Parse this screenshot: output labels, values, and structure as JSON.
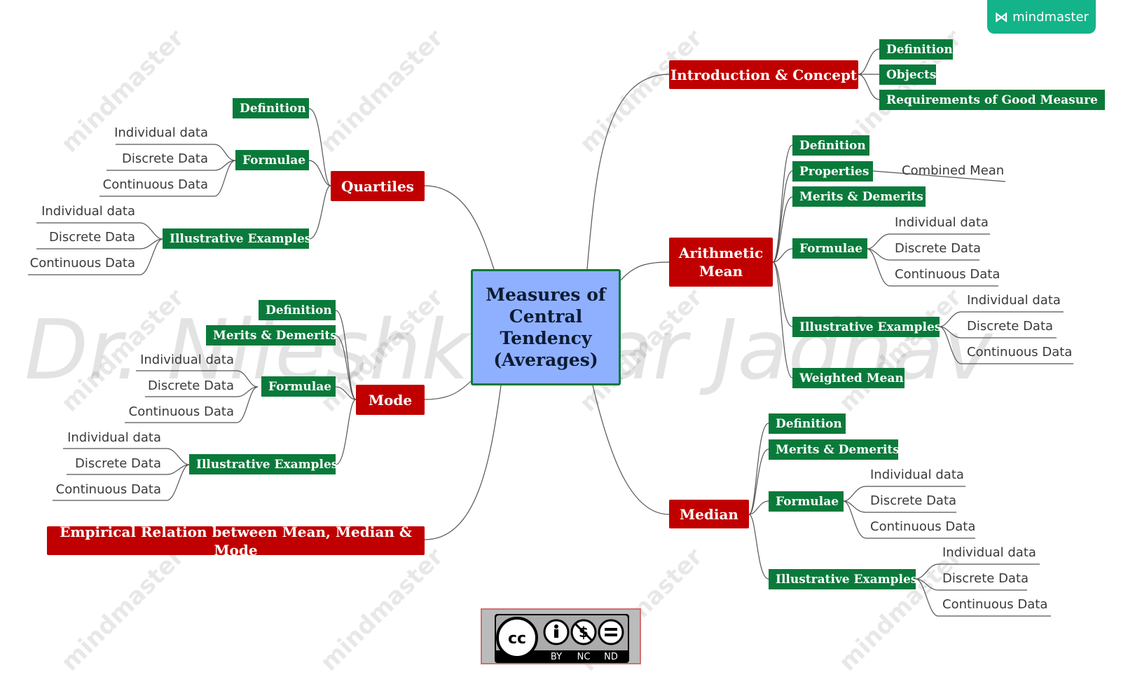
{
  "brand": {
    "icon": "mindmaster-logo-icon",
    "name": "mindmaster"
  },
  "watermark": {
    "tile_text": "mindmaster",
    "author": "Dr. Nileshkumar Jadhav"
  },
  "center": {
    "title": "Measures of Central Tendency (Averages)"
  },
  "license": {
    "badge_text": "cc",
    "labels": [
      "BY",
      "NC",
      "ND"
    ]
  },
  "topics": {
    "intro": {
      "label": "Introduction & Concept",
      "children": [
        "Definition",
        "Objects",
        "Requirements of Good Measure"
      ]
    },
    "mean": {
      "label": "Arithmetic Mean",
      "definition": "Definition",
      "properties": "Properties",
      "combined_mean": "Combined Mean",
      "merits": "Merits & Demerits",
      "formulae": "Formulae",
      "formulae_items": [
        "Individual data",
        "Discrete Data",
        "Continuous Data"
      ],
      "examples": "Illustrative Examples",
      "examples_items": [
        "Individual data",
        "Discrete Data",
        "Continuous Data"
      ],
      "weighted": "Weighted Mean"
    },
    "median": {
      "label": "Median",
      "definition": "Definition",
      "merits": "Merits & Demerits",
      "formulae": "Formulae",
      "formulae_items": [
        "Individual data",
        "Discrete Data",
        "Continuous Data"
      ],
      "examples": "Illustrative Examples",
      "examples_items": [
        "Individual data",
        "Discrete Data",
        "Continuous Data"
      ]
    },
    "quartiles": {
      "label": "Quartiles",
      "definition": "Definition",
      "formulae": "Formulae",
      "formulae_items": [
        "Individual data",
        "Discrete Data",
        "Continuous Data"
      ],
      "examples": "Illustrative Examples",
      "examples_items": [
        "Individual data",
        "Discrete Data",
        "Continuous Data"
      ]
    },
    "mode": {
      "label": "Mode",
      "definition": "Definition",
      "merits": "Merits & Demerits",
      "formulae": "Formulae",
      "formulae_items": [
        "Individual data",
        "Discrete Data",
        "Continuous Data"
      ],
      "examples": "Illustrative Examples",
      "examples_items": [
        "Individual data",
        "Discrete Data",
        "Continuous Data"
      ]
    },
    "empirical": {
      "label": "Empirical Relation between Mean, Median & Mode"
    }
  }
}
